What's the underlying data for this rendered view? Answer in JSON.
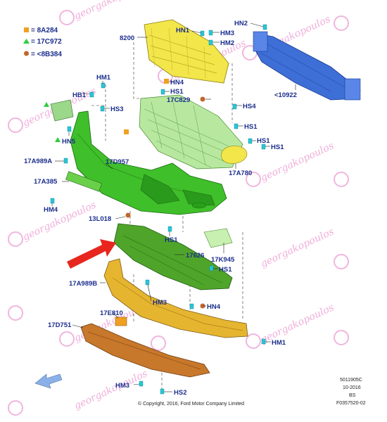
{
  "legend": [
    {
      "label": "= 8A284",
      "marker": "square",
      "color": "#f0a020"
    },
    {
      "label": "= 17C972",
      "marker": "triangle",
      "color": "#2ecc40"
    },
    {
      "label": "= <8B384",
      "marker": "circle",
      "color": "#c0672a"
    }
  ],
  "watermark": "georgakopoulos",
  "colors": {
    "label": "#1b2e8c",
    "grille": "#f2e64a",
    "reinforcement": "#3e6fd6",
    "bumper": "#3fbf2a",
    "inner_grille": "#b8e8a0",
    "undertray": "#4fa52a",
    "lower_lip": "#e6b530",
    "skid": "#c8782a",
    "arrow_red": "#e8261e",
    "arrow_blue": "#8ab0e8",
    "fastener": "#29c7d6"
  },
  "labels": [
    {
      "id": "8200",
      "text": "8200"
    },
    {
      "id": "hn1-top",
      "text": "HN1"
    },
    {
      "id": "hm3-top",
      "text": "HM3"
    },
    {
      "id": "hm2-top",
      "text": "HM2"
    },
    {
      "id": "hn2",
      "text": "HN2"
    },
    {
      "id": "10922",
      "text": "<10922"
    },
    {
      "id": "hn4-top",
      "text": "HN4"
    },
    {
      "id": "hs1-a",
      "text": "HS1"
    },
    {
      "id": "17c829",
      "text": "17C829"
    },
    {
      "id": "hs4",
      "text": "HS4"
    },
    {
      "id": "hm1",
      "text": "HM1"
    },
    {
      "id": "hb1",
      "text": "HB1"
    },
    {
      "id": "hs3",
      "text": "HS3"
    },
    {
      "id": "hn5",
      "text": "HN5"
    },
    {
      "id": "hs1-b",
      "text": "HS1"
    },
    {
      "id": "hs1-c",
      "text": "HS1"
    },
    {
      "id": "hs1-d",
      "text": "HS1"
    },
    {
      "id": "17a989a",
      "text": "17A989A"
    },
    {
      "id": "17d957",
      "text": "17D957"
    },
    {
      "id": "17a780",
      "text": "17A780"
    },
    {
      "id": "17a385",
      "text": "17A385"
    },
    {
      "id": "hm4",
      "text": "HM4"
    },
    {
      "id": "13l018",
      "text": "13L018"
    },
    {
      "id": "hs1-e",
      "text": "HS1"
    },
    {
      "id": "17626",
      "text": "17626"
    },
    {
      "id": "17k945",
      "text": "17K945"
    },
    {
      "id": "hs1-f",
      "text": "HS1"
    },
    {
      "id": "17a989b",
      "text": "17A989B"
    },
    {
      "id": "hm3-mid",
      "text": "HM3"
    },
    {
      "id": "hn4-bot",
      "text": "HN4"
    },
    {
      "id": "17e810",
      "text": "17E810"
    },
    {
      "id": "17d751",
      "text": "17D751"
    },
    {
      "id": "hm1-bot",
      "text": "HM1"
    },
    {
      "id": "hm3-bot",
      "text": "HM3"
    },
    {
      "id": "hs2",
      "text": "HS2"
    }
  ],
  "footer": {
    "copyright": "© Copyright, 2016, Ford Motor Company Limited",
    "ref_lines": [
      "5011905C",
      "10-2016",
      "BS",
      "F0357520-02"
    ]
  }
}
